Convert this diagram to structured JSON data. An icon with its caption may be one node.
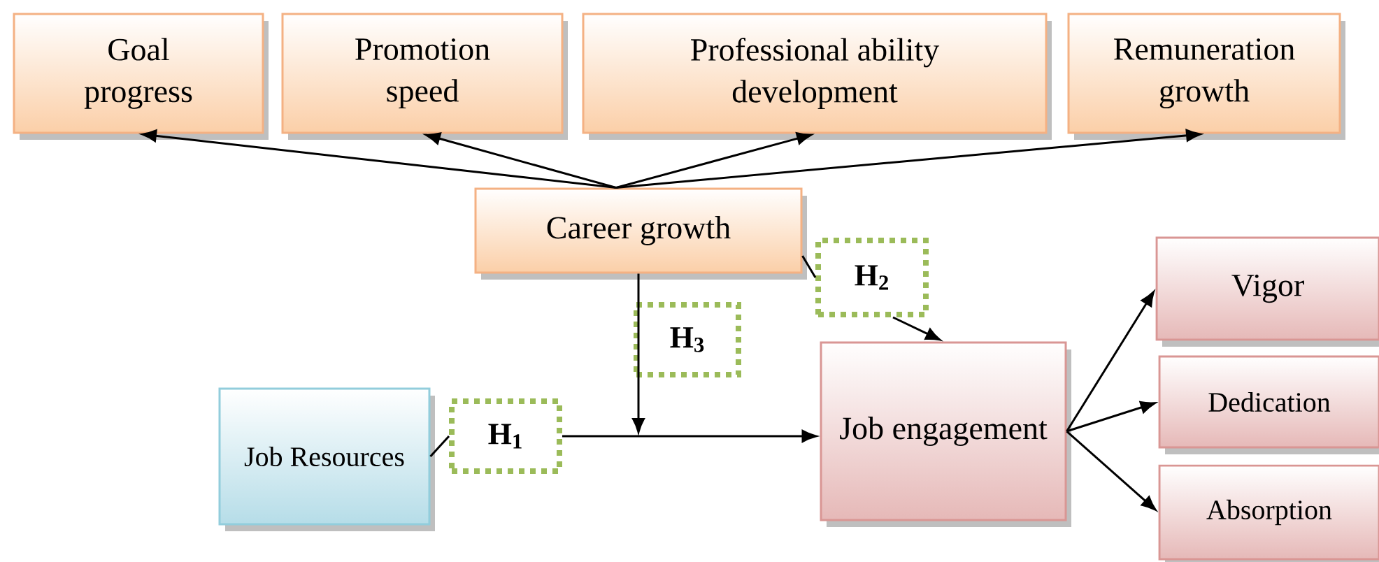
{
  "diagram": {
    "nodes": [
      {
        "text": [
          "Goal progress"
        ]
      },
      {
        "text": [
          "Promotion speed"
        ]
      },
      {
        "text": [
          "Professional ability development"
        ]
      },
      {
        "text": [
          "Remuneration growth"
        ]
      },
      {
        "text": [
          "Career growth"
        ]
      },
      {
        "text": [
          "H$_{2}$"
        ]
      },
      {
        "text": [
          "H$_{3}$"
        ]
      },
      {
        "text": [
          "Job Resources"
        ]
      },
      {
        "text": [
          "H$_{1}$"
        ]
      },
      {
        "text": [
          "Job engagement"
        ]
      },
      {
        "text": [
          "Vigor"
        ]
      },
      {
        "text": [
          "Dedication"
        ]
      },
      {
        "text": [
          "Absorption"
        ]
      }
    ],
    "edges": [
      {
        "from": 4,
        "to": 0,
        "arrow": "to"
      },
      {
        "from": 4,
        "to": 1,
        "arrow": "to"
      },
      {
        "from": 4,
        "to": 2,
        "arrow": "to"
      },
      {
        "from": 4,
        "to": 3,
        "arrow": "to"
      },
      {
        "from": 4,
        "to": 5,
        "arrow": "none"
      },
      {
        "from": 5,
        "to": 9,
        "arrow": "to"
      },
      {
        "from": 4,
        "to": null,
        "arrow": "to"
      },
      {
        "from": 7,
        "to": 8,
        "arrow": "none"
      },
      {
        "from": 8,
        "to": 9,
        "arrow": "to"
      },
      {
        "from": 9,
        "to": 10,
        "arrow": "to"
      },
      {
        "from": 9,
        "to": 11,
        "arrow": "to"
      },
      {
        "from": 9,
        "to": 12,
        "arrow": "to"
      }
    ]
  }
}
